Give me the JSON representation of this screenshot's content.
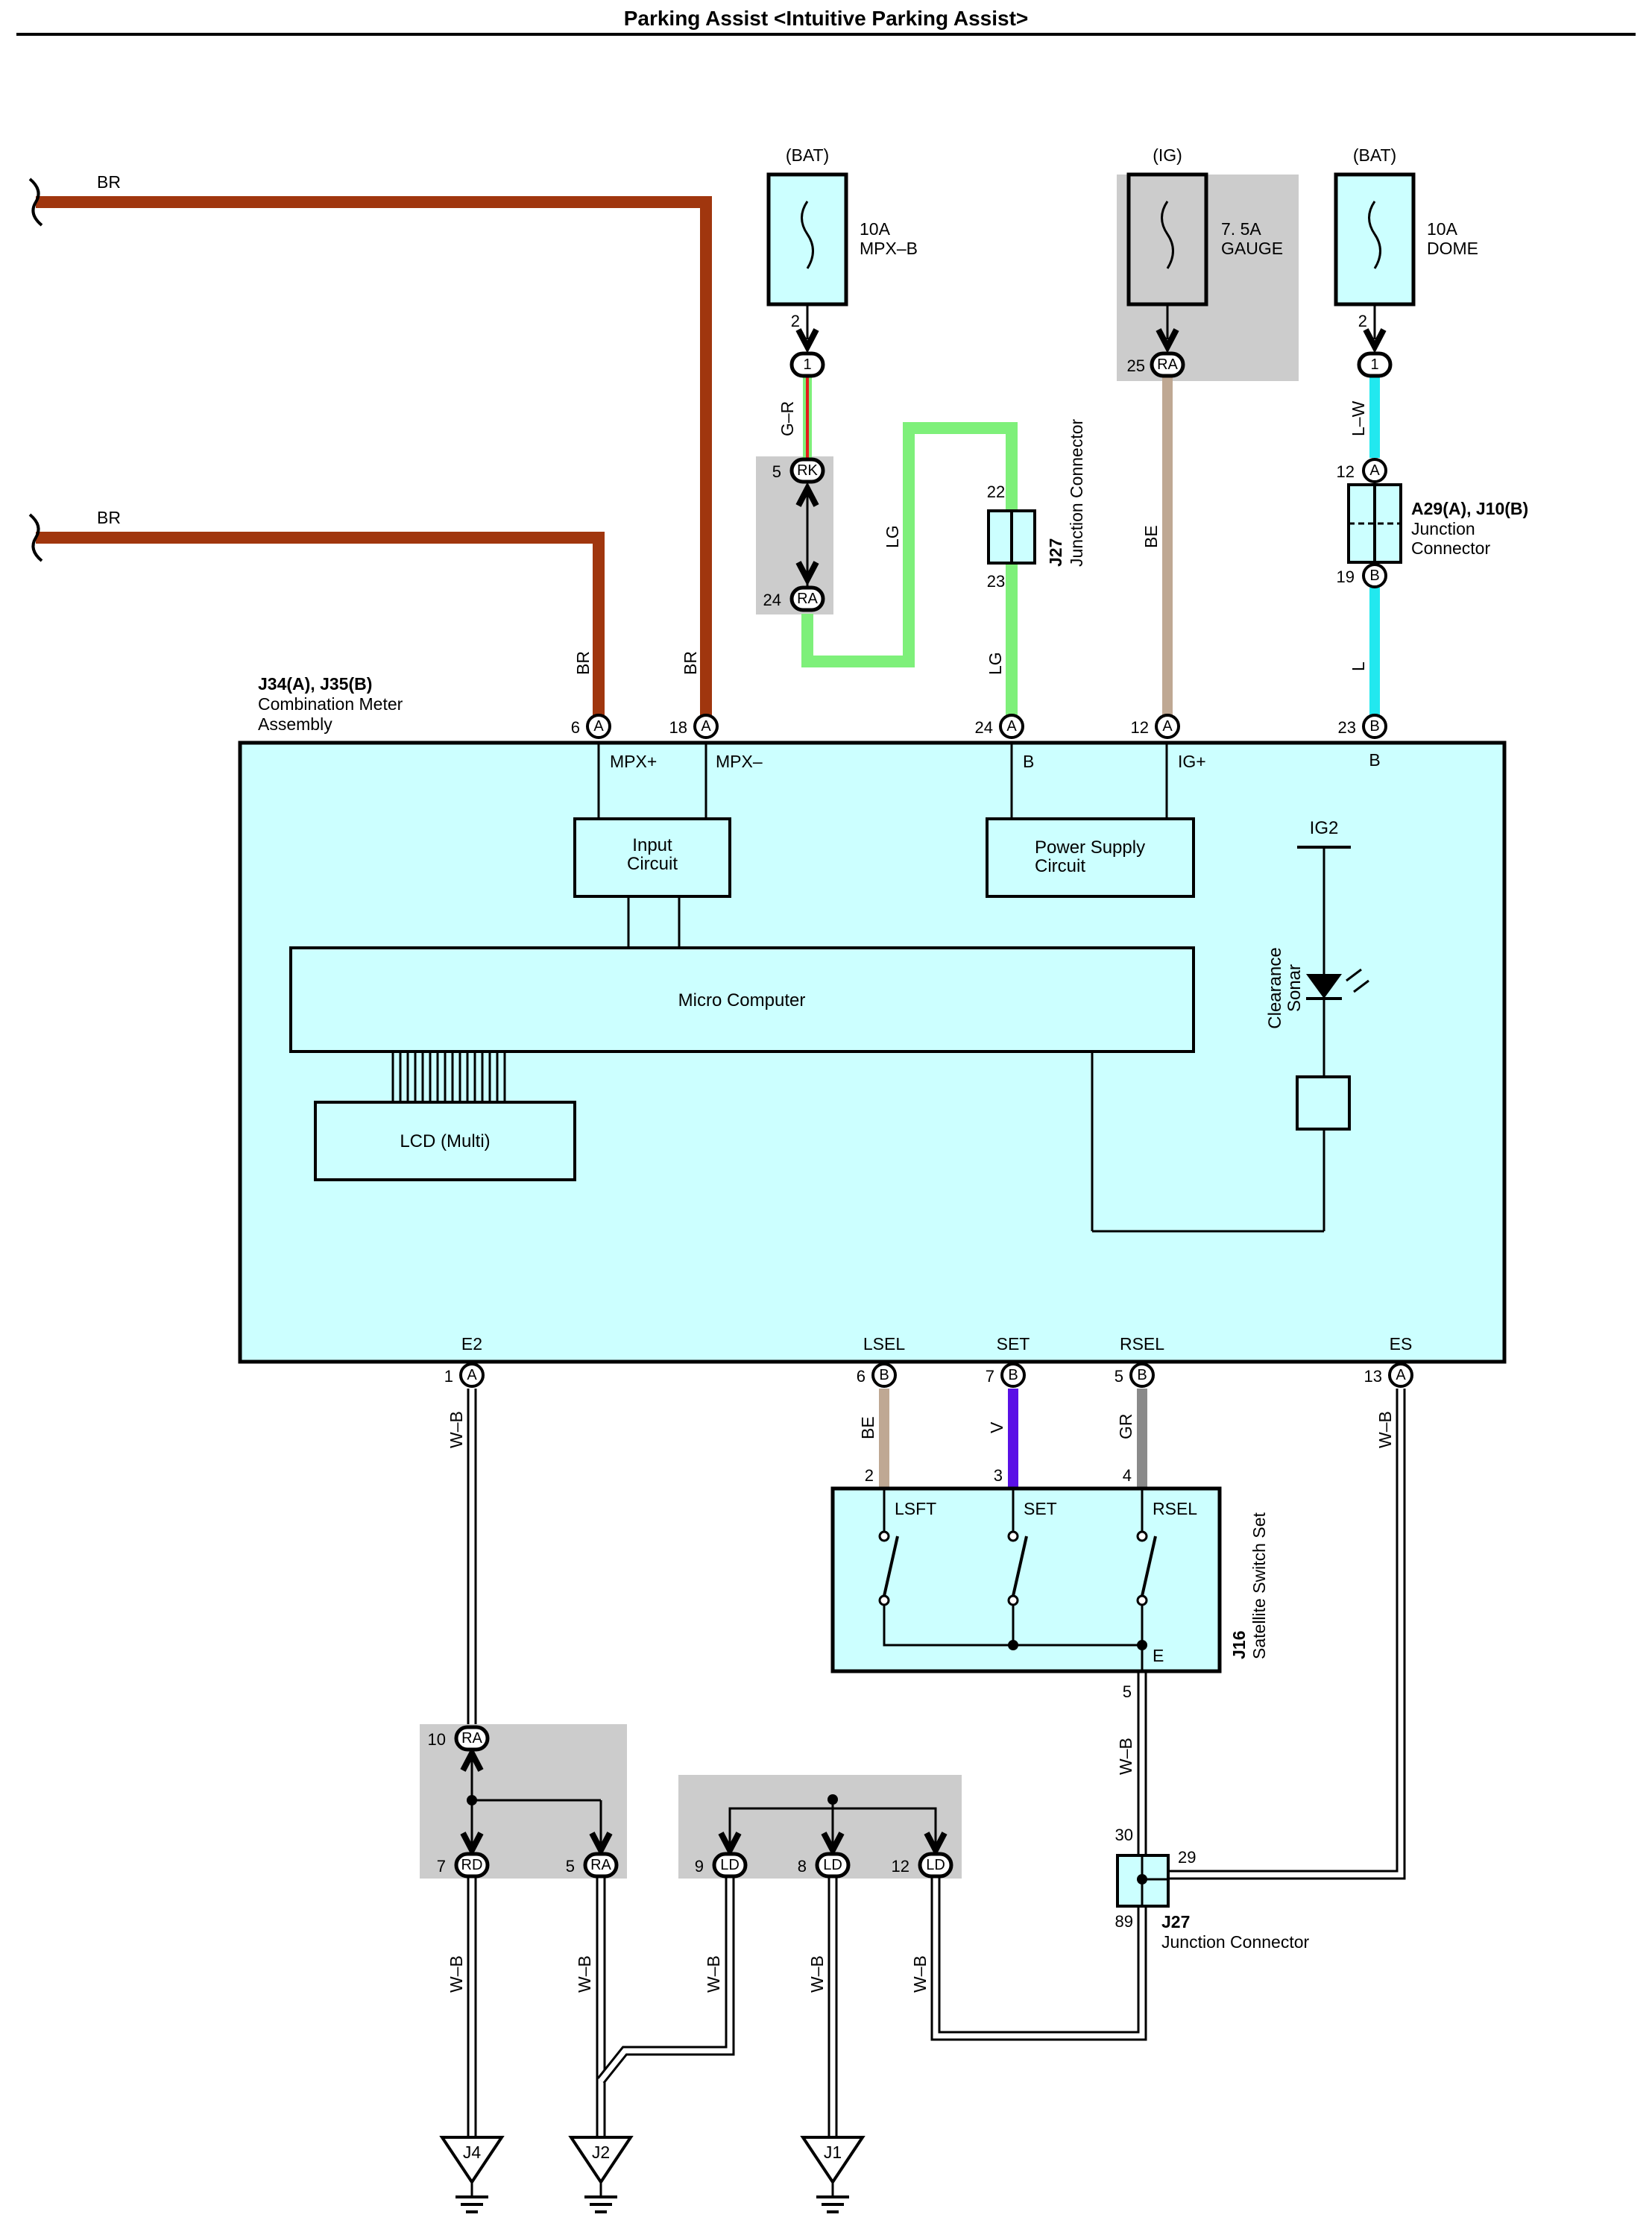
{
  "title": "Parking Assist <Intuitive Parking Assist>",
  "wires": {
    "br": "BR",
    "gr": "G–R",
    "lg": "LG",
    "be": "BE",
    "lw": "L–W",
    "l": "L",
    "wb": "W–B",
    "v": "V",
    "grey": "GR"
  },
  "colors": {
    "br": "#a0360e",
    "green": "#7ef07a",
    "red": "#e51b1b",
    "be": "#bfa893",
    "cyan": "#22e8ef",
    "violet": "#5a10e6",
    "gray": "#8a8a8a",
    "block": "#ccffff",
    "shade": "#cccccc"
  },
  "fuses": [
    {
      "source": "(BAT)",
      "rating": "10A",
      "name": "MPX–B",
      "pin_top": "2",
      "pin_conn": "1"
    },
    {
      "source": "(IG)",
      "rating": "7. 5A",
      "name": "GAUGE",
      "pin_top": "25",
      "pin_conn": "RA"
    },
    {
      "source": "(BAT)",
      "rating": "10A",
      "name": "DOME",
      "pin_top": "2",
      "pin_conn": "1"
    }
  ],
  "mpxb_junction": {
    "top_pin": "5",
    "top": "RK",
    "bottom_pin": "24",
    "bottom": "RA"
  },
  "j27_top": {
    "id": "J27",
    "name": "Junction Connector",
    "pin_a": "22",
    "pin_b": "23"
  },
  "a29": {
    "id": "A29(A), J10(B)",
    "name1": "Junction",
    "name2": "Connector",
    "pin_a": "12",
    "conn_a": "A",
    "pin_b": "19",
    "conn_b": "B"
  },
  "meter": {
    "id": "J34(A), J35(B)",
    "name1": "Combination Meter",
    "name2": "Assembly",
    "top_pins": [
      {
        "num": "6",
        "conn": "A",
        "label": "MPX+"
      },
      {
        "num": "18",
        "conn": "A",
        "label": "MPX–"
      },
      {
        "num": "24",
        "conn": "A",
        "label": "B"
      },
      {
        "num": "12",
        "conn": "A",
        "label": "IG+"
      },
      {
        "num": "23",
        "conn": "B",
        "label": "B"
      }
    ],
    "bottom_pins": [
      {
        "num": "1",
        "conn": "A",
        "label": "E2"
      },
      {
        "num": "6",
        "conn": "B",
        "label": "LSEL"
      },
      {
        "num": "7",
        "conn": "B",
        "label": "SET"
      },
      {
        "num": "5",
        "conn": "B",
        "label": "RSEL"
      },
      {
        "num": "13",
        "conn": "A",
        "label": "ES"
      }
    ],
    "input_circuit": [
      "Input",
      "Circuit"
    ],
    "power_circuit": [
      "Power Supply",
      "Circuit"
    ],
    "micro": "Micro Computer",
    "lcd": "LCD (Multi)",
    "ig2": "IG2",
    "sonar": [
      "Clearance",
      "Sonar"
    ]
  },
  "switch_set": {
    "id": "J16",
    "name": "Satellite Switch Set",
    "pins": [
      "2",
      "3",
      "4"
    ],
    "labels": [
      "LSFT",
      "SET",
      "RSEL"
    ],
    "e_label": "E",
    "e_pin": "5"
  },
  "j27_bottom": {
    "id": "J27",
    "name": "Junction Connector",
    "pin_30": "30",
    "pin_29": "29",
    "pin_89": "89"
  },
  "ground_junction_a": {
    "top_pin": "10",
    "top": "RA",
    "pins": [
      "7",
      "5"
    ],
    "conns": [
      "RD",
      "RA"
    ]
  },
  "ground_junction_b": {
    "pins": [
      "9",
      "8",
      "12"
    ],
    "conns": [
      "LD",
      "LD",
      "LD"
    ]
  },
  "grounds": [
    "J4",
    "J2",
    "J1"
  ]
}
